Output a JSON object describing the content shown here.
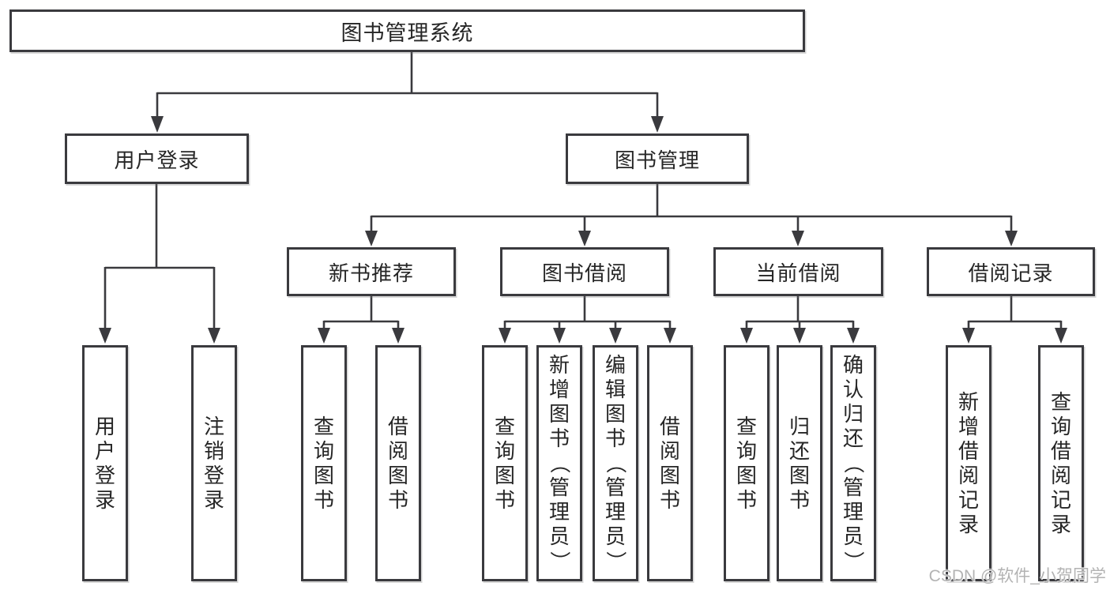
{
  "diagram": {
    "type": "tree-structure-diagram",
    "colors": {
      "background": "#ffffff",
      "line": "#3a3a3e",
      "box_border": "#3a3a3e",
      "box_fill": "#ffffff",
      "text": "#262626",
      "watermark": "#b3b3b3"
    }
  },
  "watermark": {
    "text": "CSDN @软件_小贺同学"
  },
  "tree": {
    "root": {
      "label": "图书管理系统",
      "children": [
        {
          "label": "用户登录",
          "children": [
            {
              "label": "用户登录"
            },
            {
              "label": "注销登录"
            }
          ]
        },
        {
          "label": "图书管理",
          "children": [
            {
              "label": "新书推荐",
              "children": [
                {
                  "label": "查询图书"
                },
                {
                  "label": "借阅图书"
                }
              ]
            },
            {
              "label": "图书借阅",
              "children": [
                {
                  "label": "查询图书"
                },
                {
                  "label": "新增图书（管理员）"
                },
                {
                  "label": "编辑图书（管理员）"
                },
                {
                  "label": "借阅图书"
                }
              ]
            },
            {
              "label": "当前借阅",
              "children": [
                {
                  "label": "查询图书"
                },
                {
                  "label": "归还图书"
                },
                {
                  "label": "确认归还（管理员）"
                }
              ]
            },
            {
              "label": "借阅记录",
              "children": [
                {
                  "label": "新增借阅记录"
                },
                {
                  "label": "查询借阅记录"
                }
              ]
            }
          ]
        }
      ]
    }
  }
}
